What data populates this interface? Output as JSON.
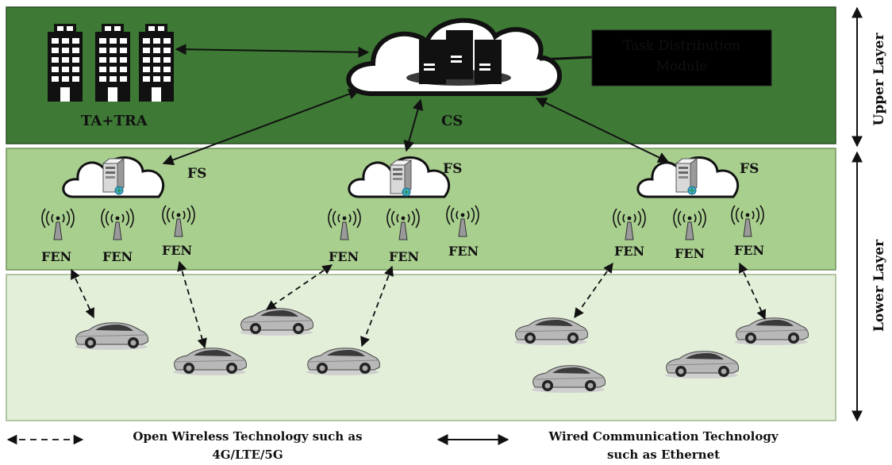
{
  "upper_layer": {
    "side_label": "Upper Layer",
    "ta_label": "TA+TRA",
    "cs_label": "CS",
    "task_module_line1": "Task Distribution",
    "task_module_line2": "Module"
  },
  "lower_layer": {
    "side_label": "Lower Layer",
    "fog_servers": [
      {
        "label": "FS",
        "fens": [
          "FEN",
          "FEN",
          "FEN"
        ]
      },
      {
        "label": "FS",
        "fens": [
          "FEN",
          "FEN",
          "FEN"
        ]
      },
      {
        "label": "FS",
        "fens": [
          "FEN",
          "FEN",
          "FEN"
        ]
      }
    ]
  },
  "legend": {
    "wireless_line1": "Open Wireless Technology such as",
    "wireless_line2": "4G/LTE/5G",
    "wired_line1": "Wired Communication Technology",
    "wired_line2": "such as Ethernet"
  },
  "colors": {
    "upper_band": "#3e7a35",
    "fog_band": "#a9cf8f",
    "vehicle_band": "#e3efd9"
  }
}
